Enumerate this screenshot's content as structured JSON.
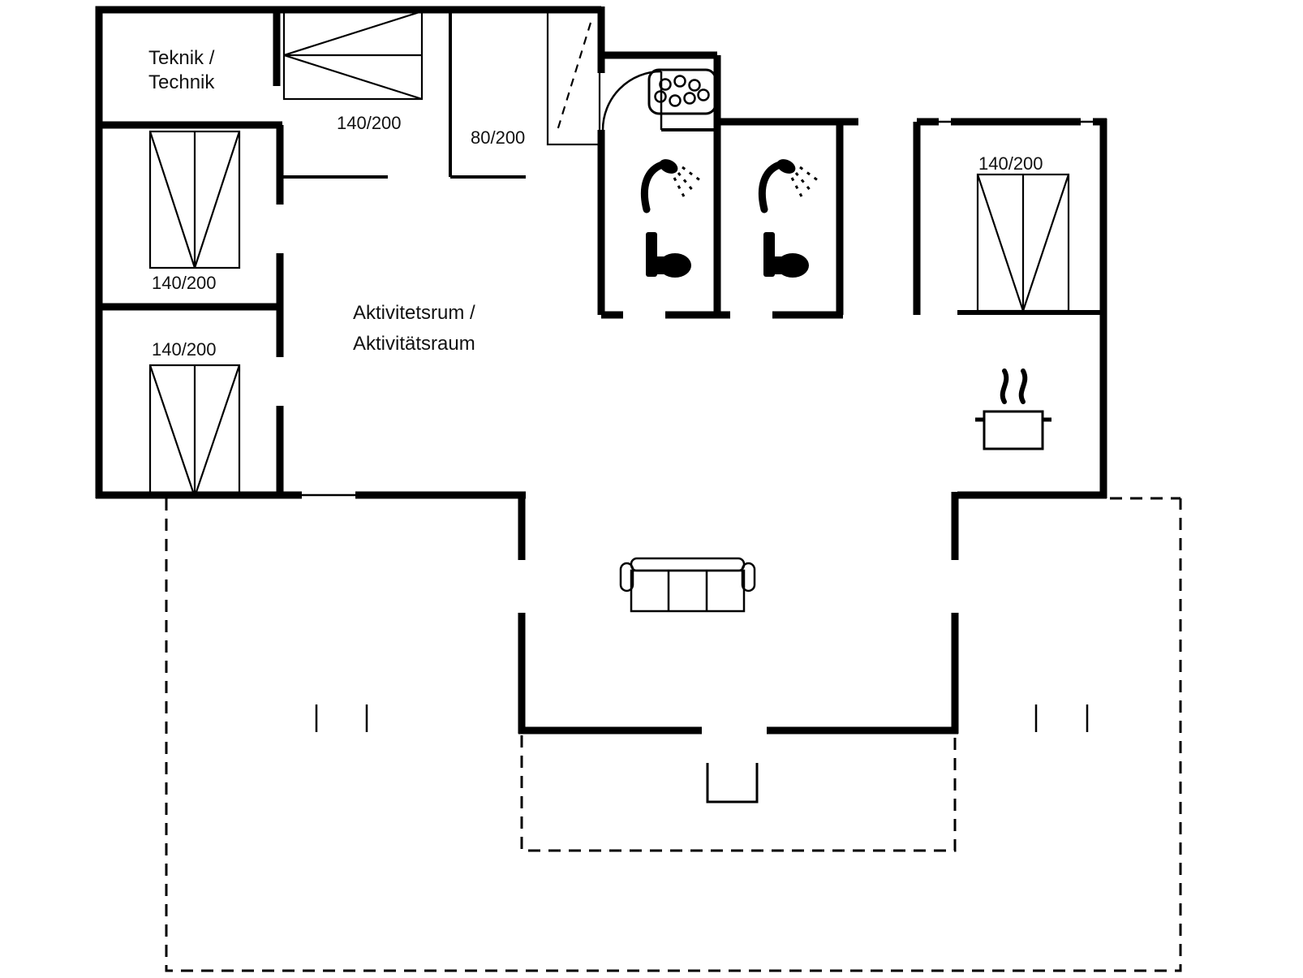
{
  "floorplan": {
    "colors": {
      "line": "#000000",
      "background": "#ffffff"
    },
    "rooms": {
      "teknik": {
        "label_line1": "Teknik /",
        "label_line2": "Technik"
      },
      "activity": {
        "label_line1": "Aktivitetsrum /",
        "label_line2": "Aktivitätsraum"
      }
    },
    "beds": {
      "top_double": {
        "size": "140/200"
      },
      "hall_single": {
        "size": "80/200"
      },
      "left_upper_double": {
        "size": "140/200"
      },
      "left_lower_double": {
        "size": "140/200"
      },
      "right_double": {
        "size": "140/200"
      }
    },
    "icons": [
      {
        "name": "double-bed-icon",
        "count": 4
      },
      {
        "name": "single-bed-icon",
        "count": 1
      },
      {
        "name": "hot-tub-icon",
        "count": 1
      },
      {
        "name": "shower-icon",
        "count": 2
      },
      {
        "name": "toilet-icon",
        "count": 2
      },
      {
        "name": "stove-pot-icon",
        "count": 1
      },
      {
        "name": "sofa-icon",
        "count": 1
      },
      {
        "name": "door-arc-icon",
        "count": 1
      },
      {
        "name": "step-icon",
        "count": 1
      }
    ]
  }
}
